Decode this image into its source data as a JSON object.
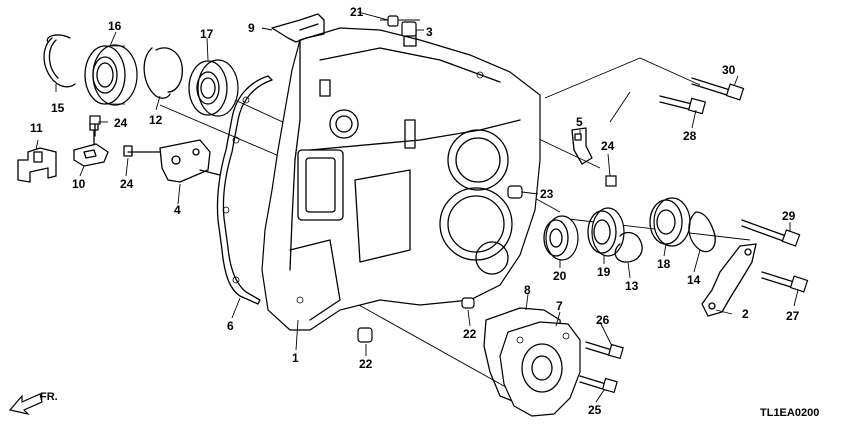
{
  "diagram_code": "TL1EA0200",
  "direction_label": "FR.",
  "callouts": [
    {
      "id": "c1",
      "label": "1"
    },
    {
      "id": "c2",
      "label": "2"
    },
    {
      "id": "c3",
      "label": "3"
    },
    {
      "id": "c4",
      "label": "4"
    },
    {
      "id": "c5",
      "label": "5"
    },
    {
      "id": "c6",
      "label": "6"
    },
    {
      "id": "c7",
      "label": "7"
    },
    {
      "id": "c8",
      "label": "8"
    },
    {
      "id": "c9",
      "label": "9"
    },
    {
      "id": "c10",
      "label": "10"
    },
    {
      "id": "c11",
      "label": "11"
    },
    {
      "id": "c12",
      "label": "12"
    },
    {
      "id": "c13",
      "label": "13"
    },
    {
      "id": "c14",
      "label": "14"
    },
    {
      "id": "c15",
      "label": "15"
    },
    {
      "id": "c16",
      "label": "16"
    },
    {
      "id": "c17",
      "label": "17"
    },
    {
      "id": "c18",
      "label": "18"
    },
    {
      "id": "c19",
      "label": "19"
    },
    {
      "id": "c20",
      "label": "20"
    },
    {
      "id": "c21",
      "label": "21"
    },
    {
      "id": "c22a",
      "label": "22"
    },
    {
      "id": "c22b",
      "label": "22"
    },
    {
      "id": "c23",
      "label": "23"
    },
    {
      "id": "c24a",
      "label": "24"
    },
    {
      "id": "c24b",
      "label": "24"
    },
    {
      "id": "c24c",
      "label": "24"
    },
    {
      "id": "c25",
      "label": "25"
    },
    {
      "id": "c26",
      "label": "26"
    },
    {
      "id": "c27",
      "label": "27"
    },
    {
      "id": "c28",
      "label": "28"
    },
    {
      "id": "c29",
      "label": "29"
    },
    {
      "id": "c30",
      "label": "30"
    }
  ]
}
